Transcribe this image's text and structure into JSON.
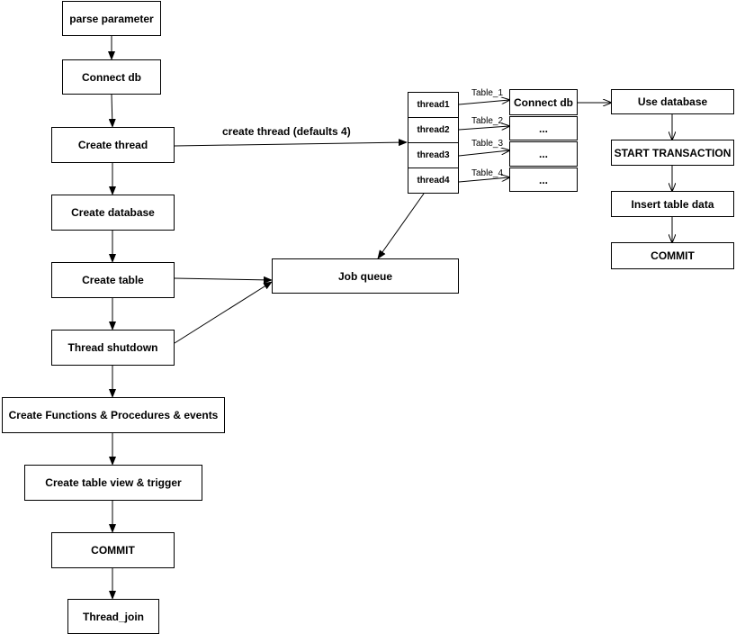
{
  "main_flow": {
    "parse_parameter": "parse parameter",
    "connect_db": "Connect db",
    "create_thread": "Create thread",
    "create_database": "Create database",
    "create_table": "Create table",
    "thread_shutdown": "Thread shutdown",
    "create_functions": "Create Functions & Procedures & events",
    "create_view_trigger": "Create table view & trigger",
    "commit": "COMMIT",
    "thread_join": "Thread_join"
  },
  "create_thread_label": "create thread (defaults 4)",
  "job_queue": "Job queue",
  "threads": [
    "thread1",
    "thread2",
    "thread3",
    "thread4"
  ],
  "tables": [
    "Table_1",
    "Table_2",
    "Table_3",
    "Table_4"
  ],
  "worker_cells": [
    "Connect db",
    "...",
    "...",
    "..."
  ],
  "worker_flow": {
    "use_database": "Use database",
    "start_transaction": "START TRANSACTION",
    "insert_table_data": "Insert table data",
    "commit": "COMMIT"
  }
}
